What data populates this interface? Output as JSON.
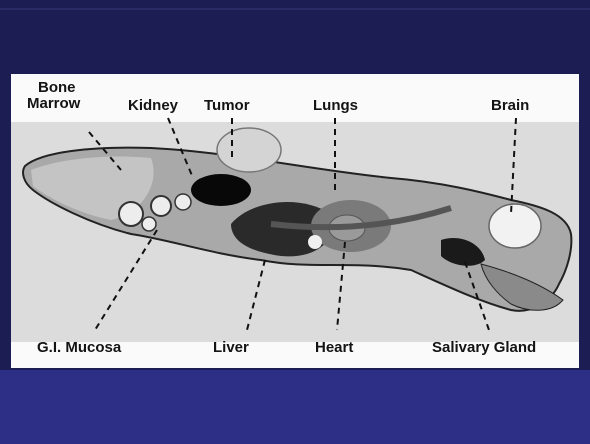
{
  "labels": {
    "bone_marrow_line1": "Bone",
    "bone_marrow_line2": "Marrow",
    "kidney": "Kidney",
    "tumor": "Tumor",
    "lungs": "Lungs",
    "brain": "Brain",
    "gi_mucosa": "G.I. Mucosa",
    "liver": "Liver",
    "heart": "Heart",
    "salivary_gland": "Salivary Gland"
  },
  "colors": {
    "header_band": "#1c1d52",
    "footer_band": "#2d2f86",
    "panel": "#fafafa"
  }
}
